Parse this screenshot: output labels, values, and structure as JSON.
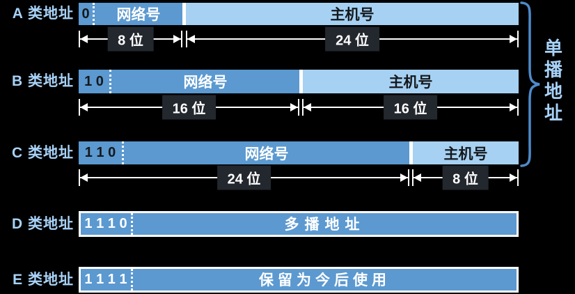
{
  "colors": {
    "background": "#000000",
    "network_segment_blue": "#5b99d0",
    "host_segment_light_blue": "#a6d1f2",
    "label_blue": "#a8d2f8",
    "dimension_box_dark": "#23272e",
    "brace_blue": "#4e8ac9",
    "white": "#ffffff"
  },
  "unicast": {
    "label": "单播地址"
  },
  "rows": [
    {
      "class": "A",
      "label": "A 类地址",
      "bits": "0",
      "network_label": "网络号",
      "host_label": "主机号",
      "network_bits_label": "8 位",
      "host_bits_label": "24 位"
    },
    {
      "class": "B",
      "label": "B 类地址",
      "bits": "1 0",
      "network_label": "网络号",
      "host_label": "主机号",
      "network_bits_label": "16 位",
      "host_bits_label": "16 位"
    },
    {
      "class": "C",
      "label": "C 类地址",
      "bits": "1 1 0",
      "network_label": "网络号",
      "host_label": "主机号",
      "network_bits_label": "24 位",
      "host_bits_label": "8 位"
    },
    {
      "class": "D",
      "label": "D 类地址",
      "bits": "1 1 1 0",
      "content_label": "多播地址"
    },
    {
      "class": "E",
      "label": "E 类地址",
      "bits": "1 1 1 1",
      "content_label": "保留为今后使用"
    }
  ]
}
